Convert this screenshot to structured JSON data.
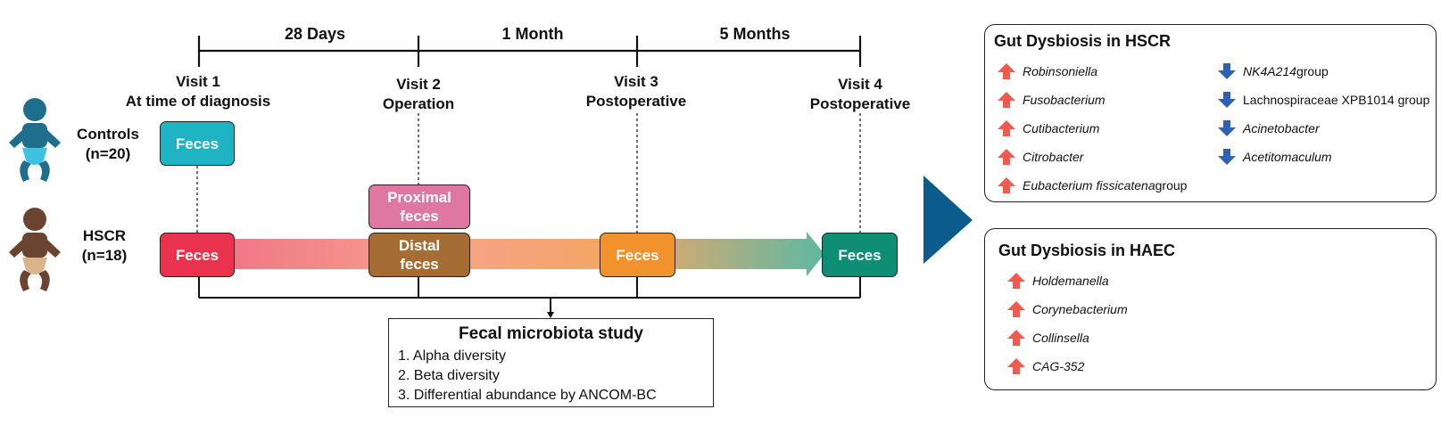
{
  "periods": [
    "28 Days",
    "1 Month",
    "5 Months"
  ],
  "visits": [
    {
      "title": "Visit 1",
      "subtitle": "At time of diagnosis"
    },
    {
      "title": "Visit 2",
      "subtitle": "Operation"
    },
    {
      "title": "Visit 3",
      "subtitle": "Postoperative"
    },
    {
      "title": "Visit 4",
      "subtitle": "Postoperative"
    }
  ],
  "groups": {
    "controls": {
      "name": "Controls",
      "n": "(n=20)"
    },
    "hscr": {
      "name": "HSCR",
      "n": "(n=18)"
    }
  },
  "samples": {
    "controls_v1": "Feces",
    "hscr_v1": "Feces",
    "hscr_v2_proximal": [
      "Proximal",
      "feces"
    ],
    "hscr_v2_distal": [
      "Distal",
      "feces"
    ],
    "hscr_v3": "Feces",
    "hscr_v4": "Feces"
  },
  "study": {
    "title": "Fecal microbiota study",
    "items": [
      "1. Alpha diversity",
      "2. Beta diversity",
      "3. Differential abundance by ANCOM-BC"
    ]
  },
  "hscr_panel": {
    "title": "Gut Dysbiosis in HSCR",
    "increased": [
      {
        "italic": "Robinsoniella",
        "rest": ""
      },
      {
        "italic": "Fusobacterium",
        "rest": ""
      },
      {
        "italic": "Cutibacterium",
        "rest": ""
      },
      {
        "italic": "Citrobacter",
        "rest": ""
      },
      {
        "italic": "Eubacterium fissicatena",
        "rest": " group"
      }
    ],
    "decreased": [
      {
        "italic": "NK4A214",
        "rest": " group"
      },
      {
        "italic": "",
        "rest": "Lachnospiraceae XPB1014 group"
      },
      {
        "italic": "Acinetobacter",
        "rest": ""
      },
      {
        "italic": "Acetitomaculum",
        "rest": ""
      }
    ]
  },
  "haec_panel": {
    "title": "Gut Dysbiosis in HAEC",
    "increased": [
      {
        "italic": "Holdemanella",
        "rest": ""
      },
      {
        "italic": "Corynebacterium",
        "rest": ""
      },
      {
        "italic": "Collinsella",
        "rest": ""
      },
      {
        "italic": "CAG-352",
        "rest": ""
      }
    ]
  },
  "colors": {
    "controls_feces": "#1fb3c4",
    "hscr_v1": "#e8324e",
    "proximal": "#de77a2",
    "distal": "#a56d34",
    "v3": "#f2922c",
    "v4": "#0e8e74",
    "big_arrow": "#0b5c8d",
    "up_arrow": "#f15a4f",
    "down_arrow": "#2f62b5",
    "control_infant": "#1e6f8e",
    "hscr_infant": "#6b4331"
  }
}
